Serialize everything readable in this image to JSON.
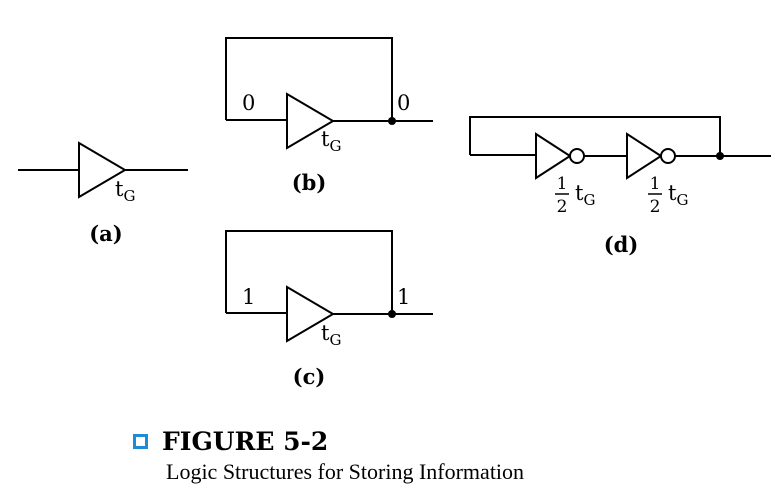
{
  "diagram_a": {
    "delay": "t",
    "delay_sub": "G",
    "caption": "(a)"
  },
  "diagram_b": {
    "input": "0",
    "output": "0",
    "delay": "t",
    "delay_sub": "G",
    "caption": "(b)"
  },
  "diagram_c": {
    "input": "1",
    "output": "1",
    "delay": "t",
    "delay_sub": "G",
    "caption": "(c)"
  },
  "diagram_d": {
    "gate1": {
      "num": "1",
      "den": "2",
      "delay": "t",
      "delay_sub": "G"
    },
    "gate2": {
      "num": "1",
      "den": "2",
      "delay": "t",
      "delay_sub": "G"
    },
    "caption": "(d)"
  },
  "figure": {
    "title": "FIGURE 5-2",
    "subtitle": "Logic Structures for Storing Information",
    "accent_color": "#1f8bd6"
  }
}
